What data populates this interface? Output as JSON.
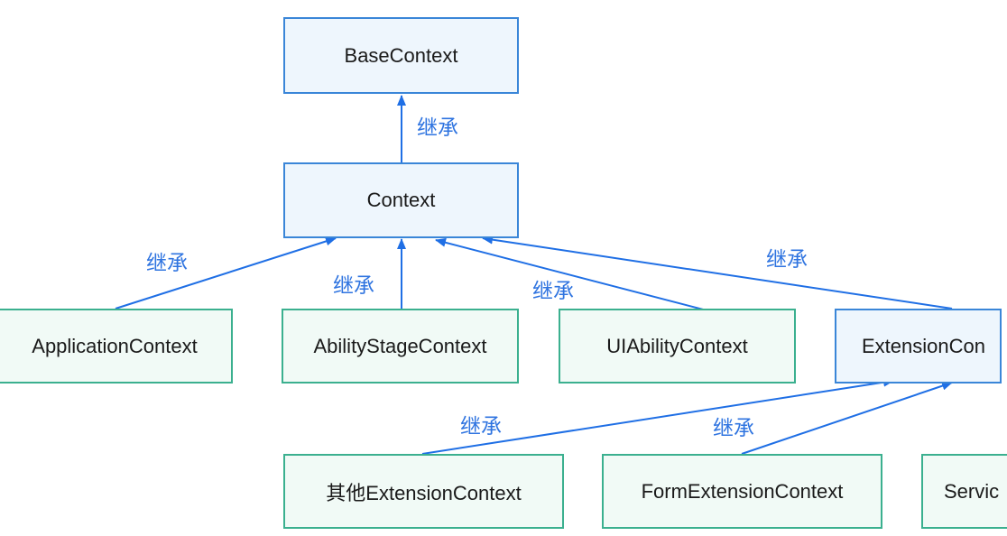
{
  "nodes": {
    "base_context": "BaseContext",
    "context": "Context",
    "application_context": "ApplicationContext",
    "ability_stage_context": "AbilityStageContext",
    "ui_ability_context": "UIAbilityContext",
    "extension_context": "ExtensionCon",
    "other_extension_context": "其他ExtensionContext",
    "form_extension_context": "FormExtensionContext",
    "service_extension_context": "Servic"
  },
  "edges": {
    "context_to_base": "继承",
    "application_to_context": "继承",
    "ability_stage_to_context": "继承",
    "ui_ability_to_context": "继承",
    "extension_to_context": "继承",
    "other_extension_to_extension": "继承",
    "form_extension_to_extension": "继承"
  },
  "colors": {
    "arrow": "#1f6fe5",
    "label": "#2f74e0",
    "parent_border": "#3a86d8",
    "parent_fill": "#eef6fd",
    "child_border": "#3bb08f",
    "child_fill": "#f1faf6"
  }
}
